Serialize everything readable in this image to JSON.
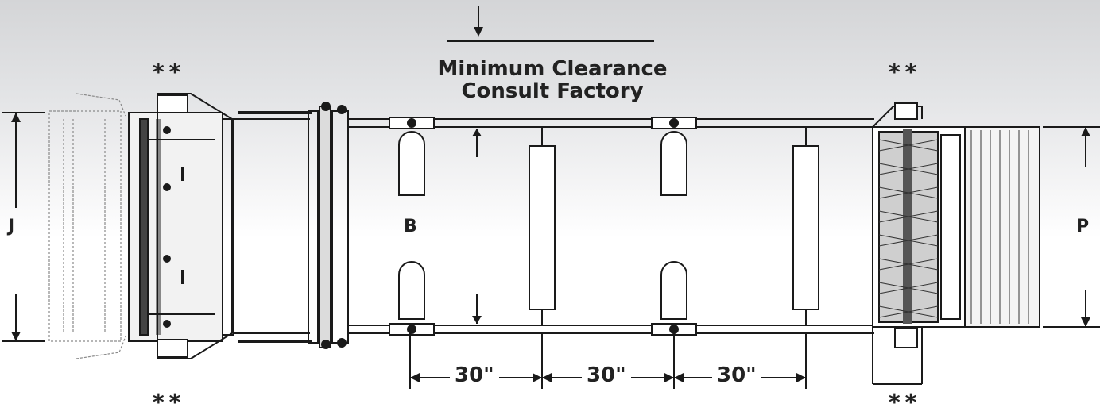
{
  "labels": {
    "clearance_line1": "Minimum Clearance",
    "clearance_line2": "Consult Factory",
    "stars": "**",
    "dim_j": "J",
    "dim_b": "B",
    "dim_p": "P",
    "spacing_1": "30\"",
    "spacing_2": "30\"",
    "spacing_3": "30\""
  },
  "colors": {
    "line": "#1a1a1a",
    "text": "#222222",
    "background_top": "#d4d5d7"
  }
}
